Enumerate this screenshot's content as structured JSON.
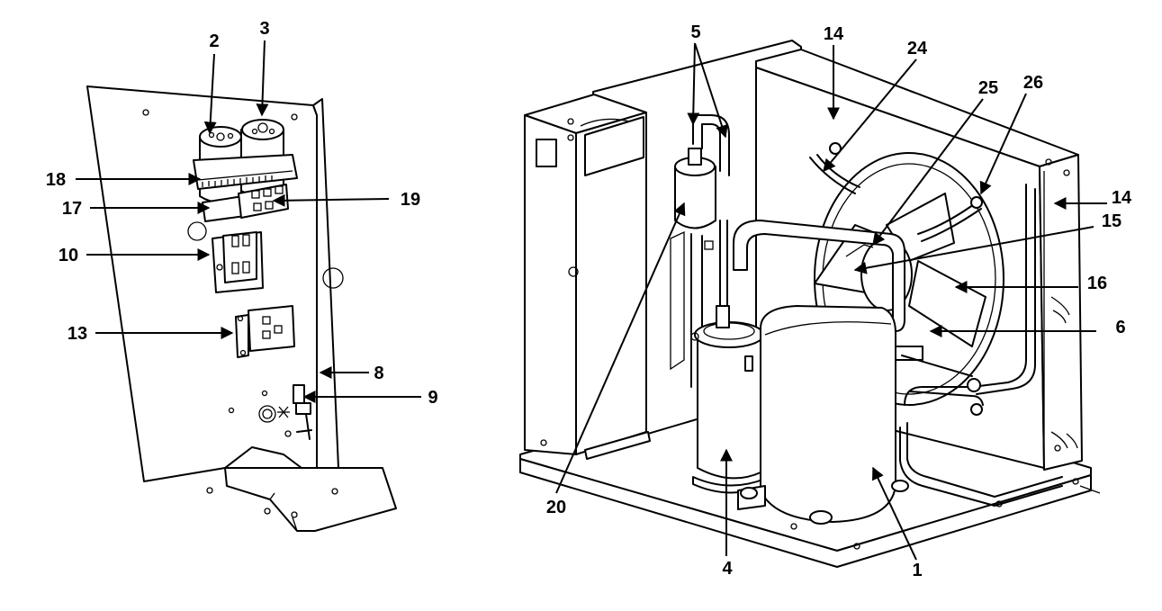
{
  "left_callouts": [
    {
      "id": "2",
      "text": "2"
    },
    {
      "id": "3",
      "text": "3"
    },
    {
      "id": "18",
      "text": "18"
    },
    {
      "id": "19",
      "text": "19"
    },
    {
      "id": "17",
      "text": "17"
    },
    {
      "id": "10",
      "text": "10"
    },
    {
      "id": "13",
      "text": "13"
    },
    {
      "id": "8",
      "text": "8"
    },
    {
      "id": "9",
      "text": "9"
    }
  ],
  "right_callouts": [
    {
      "id": "5",
      "text": "5"
    },
    {
      "id": "14a",
      "text": "14"
    },
    {
      "id": "24",
      "text": "24"
    },
    {
      "id": "25",
      "text": "25"
    },
    {
      "id": "26",
      "text": "26"
    },
    {
      "id": "14b",
      "text": "14"
    },
    {
      "id": "15",
      "text": "15"
    },
    {
      "id": "16",
      "text": "16"
    },
    {
      "id": "6",
      "text": "6"
    },
    {
      "id": "20",
      "text": "20"
    },
    {
      "id": "4",
      "text": "4"
    },
    {
      "id": "1",
      "text": "1"
    }
  ]
}
